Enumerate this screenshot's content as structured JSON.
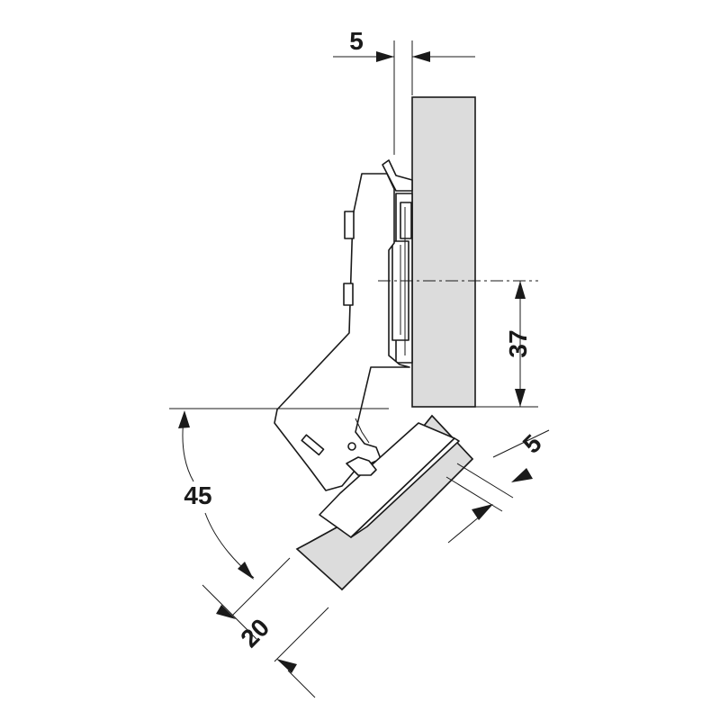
{
  "dimensions": {
    "top_gap": "5",
    "hole_distance": "37",
    "angle": "45",
    "door_thickness": "20",
    "edge_gap": "5"
  },
  "colors": {
    "line": "#1a1a1a",
    "panel_fill": "#dcdcdc",
    "background": "#ffffff"
  }
}
